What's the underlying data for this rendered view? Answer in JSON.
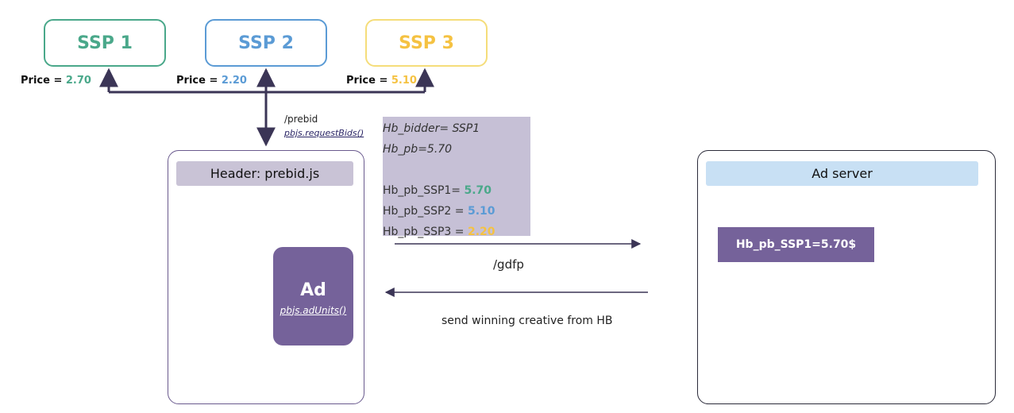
{
  "ssps": [
    {
      "name": "SSP 1",
      "price_label": "Price = ",
      "price": "2.70",
      "color": "#4aa88a"
    },
    {
      "name": "SSP 2",
      "price_label": "Price = ",
      "price": "2.20",
      "color": "#5b9bd5"
    },
    {
      "name": "SSP 3",
      "price_label": "Price = ",
      "price": "5.10",
      "color": "#f5c242"
    }
  ],
  "request": {
    "path": "/prebid",
    "call": "pbjs.requestBids()"
  },
  "header": {
    "title": "Header: prebid.js"
  },
  "ad": {
    "title": "Ad",
    "call": "pbjs.adUnits()"
  },
  "targeting": {
    "bidder": "Hb_bidder= SSP1",
    "pb": "Hb_pb=5.70",
    "lines": [
      {
        "key": "Hb_pb_SSP1= ",
        "value": "5.70",
        "color": "#4aa88a"
      },
      {
        "key": "Hb_pb_SSP2 = ",
        "value": "5.10",
        "color": "#5b9bd5"
      },
      {
        "key": "Hb_pb_SSP3 = ",
        "value": "2.20",
        "color": "#f5c242"
      }
    ]
  },
  "flow": {
    "gdfp": "/gdfp",
    "return": "send winning creative from HB"
  },
  "ad_server": {
    "title": "Ad server",
    "key": "Hb_pb_SSP1=5.70$"
  },
  "colors": {
    "purple": "#75629a",
    "arrow": "#3b3556"
  }
}
